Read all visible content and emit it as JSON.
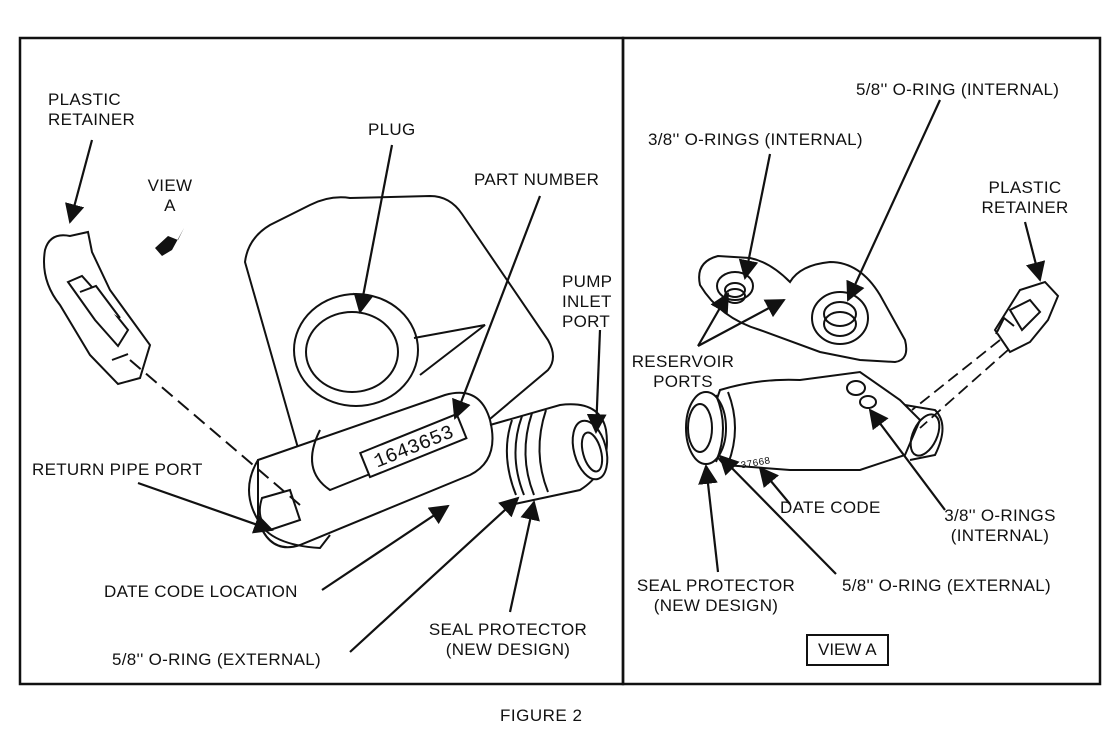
{
  "figure_caption": "FIGURE 2",
  "left_panel": {
    "plastic_retainer": [
      "PLASTIC",
      "RETAINER"
    ],
    "view_a": [
      "VIEW",
      "A"
    ],
    "plug": "PLUG",
    "part_number": "PART NUMBER",
    "part_number_value": "1643653",
    "pump_inlet_port": [
      "PUMP",
      "INLET",
      "PORT"
    ],
    "return_pipe_port": "RETURN PIPE PORT",
    "date_code_location": "DATE CODE LOCATION",
    "o_ring_external": "5/8'' O-RING (EXTERNAL)",
    "seal_protector": [
      "SEAL PROTECTOR",
      "(NEW DESIGN)"
    ]
  },
  "right_panel": {
    "o_ring_internal_58": "5/8'' O-RING (INTERNAL)",
    "o_rings_internal_38": "3/8'' O-RINGS (INTERNAL)",
    "plastic_retainer": [
      "PLASTIC",
      "RETAINER"
    ],
    "reservoir_ports": [
      "RESERVOIR",
      "PORTS"
    ],
    "date_code": "DATE CODE",
    "date_code_stamp": "37668",
    "o_rings_internal_38_lower": [
      "3/8'' O-RINGS",
      "(INTERNAL)"
    ],
    "seal_protector": [
      "SEAL PROTECTOR",
      "(NEW DESIGN)"
    ],
    "o_ring_external": "5/8'' O-RING (EXTERNAL)",
    "view_a_box": "VIEW A"
  }
}
